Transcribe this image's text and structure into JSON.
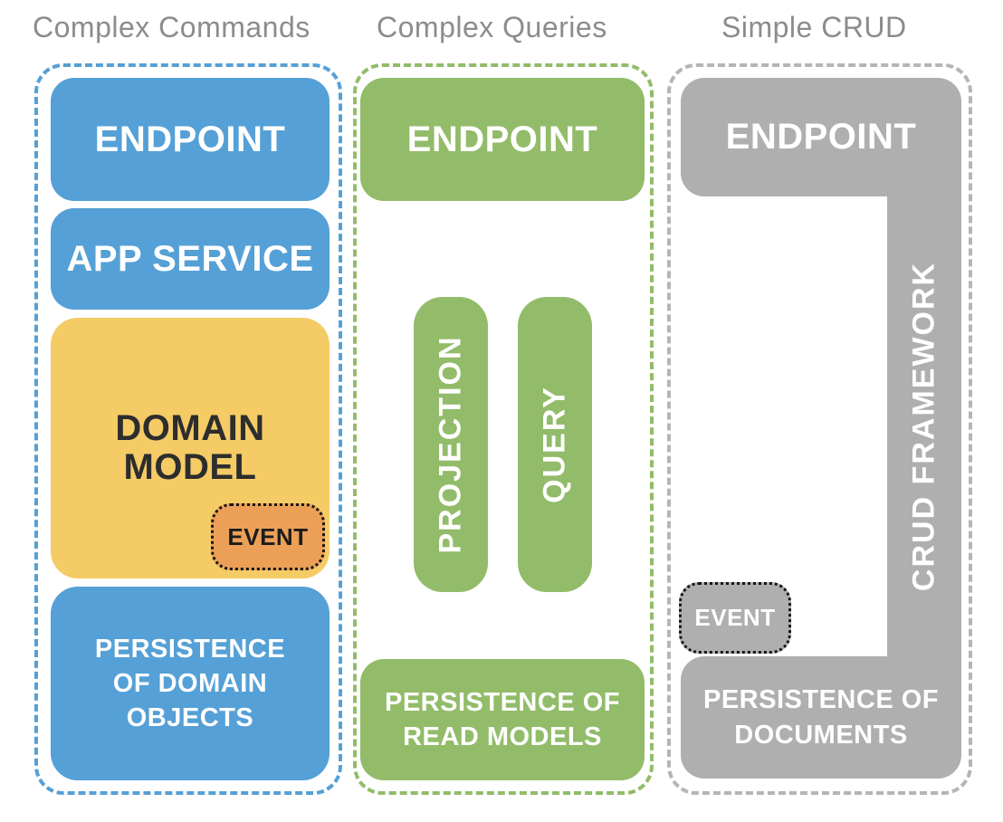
{
  "colors": {
    "blue": "#55A0D6",
    "yellow": "#F5CB66",
    "orange": "#ECA057",
    "green": "#92BC69",
    "gray": "#AFAFAF",
    "gray_dash": "#B5B5B5",
    "title_text": "#8C8C8C",
    "dark_text": "#2D2D2D",
    "light_text": "#FFFFFF"
  },
  "columns": {
    "complex_commands": {
      "title": "Complex Commands",
      "endpoint_label": "ENDPOINT",
      "app_service_label": "APP SERVICE",
      "domain_model_label": "DOMAIN\nMODEL",
      "event_label": "EVENT",
      "persistence_label": "PERSISTENCE\nOF DOMAIN\nOBJECTS"
    },
    "complex_queries": {
      "title": "Complex Queries",
      "endpoint_label": "ENDPOINT",
      "projection_label": "PROJECTION",
      "query_label": "QUERY",
      "persistence_label": "PERSISTENCE OF\nREAD MODELS"
    },
    "simple_crud": {
      "title": "Simple CRUD",
      "endpoint_label": "ENDPOINT",
      "crud_framework_label": "CRUD FRAMEWORK",
      "event_label": "EVENT",
      "persistence_label": "PERSISTENCE OF\nDOCUMENTS"
    }
  }
}
